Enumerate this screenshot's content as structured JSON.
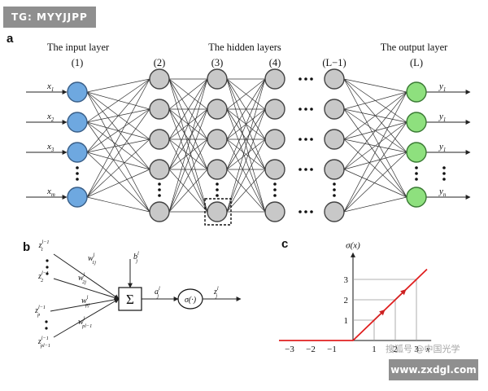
{
  "watermark_top": "TG: MYYJJPP",
  "watermark_bottom": "www.zxdgl.com",
  "watermark_overlay": "搜狐号 @中国光学",
  "panel_a": {
    "label": "a",
    "headers": {
      "input": "The input layer",
      "hidden": "The hidden layers",
      "output": "The output layer"
    },
    "layer_numbers": [
      "(1)",
      "(2)",
      "(3)",
      "(4)",
      "(L−1)",
      "(L)"
    ],
    "inputs": [
      {
        "base": "x",
        "sub": "1"
      },
      {
        "base": "x",
        "sub": "2"
      },
      {
        "base": "x",
        "sub": "3"
      },
      {
        "base": "x",
        "sub": "m"
      }
    ],
    "outputs": [
      {
        "base": "y",
        "sub": "1"
      },
      {
        "base": "y",
        "sub": "1"
      },
      {
        "base": "y",
        "sub": "1"
      },
      {
        "base": "y",
        "sub": "n"
      }
    ],
    "colors": {
      "input": "#6ea8e0",
      "hidden": "#c8c8c8",
      "output": "#8ee07e"
    }
  },
  "panel_b": {
    "label": "b",
    "inputs": [
      {
        "base": "z",
        "sub": "1",
        "sup": "l−1"
      },
      {
        "base": "z",
        "sub": "2",
        "sup": "l−1"
      },
      {
        "base": "z",
        "sub": "p",
        "sup": "l−1"
      },
      {
        "base": "z",
        "sub": "pl−1",
        "sup": "l−1"
      }
    ],
    "weights": [
      {
        "base": "w",
        "sub": "1j",
        "sup": "l"
      },
      {
        "base": "w",
        "sub": "2j",
        "sup": "l"
      },
      {
        "base": "w",
        "sub": "pj",
        "sup": "l"
      },
      {
        "base": "w",
        "sub": "pl−1",
        "sup": "l"
      }
    ],
    "bias": {
      "base": "b",
      "sub": "j",
      "sup": "l"
    },
    "sum_symbol": "Σ",
    "activation_input": {
      "base": "a",
      "sub": "j",
      "sup": "l"
    },
    "activation": "σ(·)",
    "output": {
      "base": "z",
      "sub": "j",
      "sup": "l"
    }
  },
  "panel_c": {
    "label": "c",
    "ylabel": "σ(x)",
    "xlabel": "x",
    "x_ticks": [
      "−3",
      "−2",
      "−1",
      "1",
      "2",
      "3"
    ],
    "y_ticks": [
      "1",
      "2",
      "3"
    ],
    "function": "relu",
    "xlim": [
      -3.5,
      3.7
    ],
    "ylim": [
      0,
      4.3
    ],
    "line_color": "#e02020"
  }
}
